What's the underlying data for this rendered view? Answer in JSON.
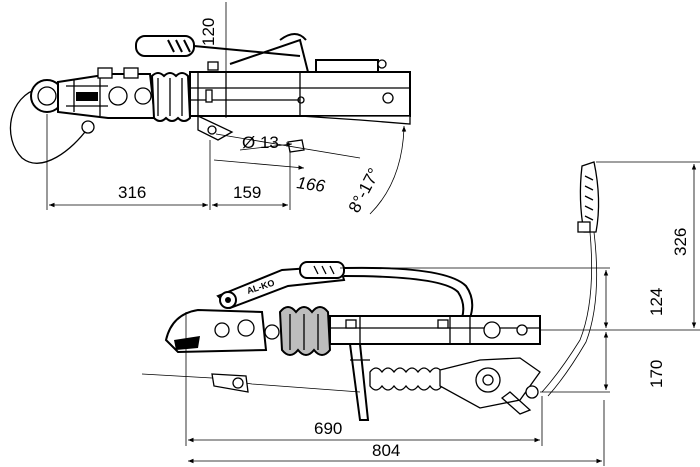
{
  "dimensions": {
    "top_view": {
      "height_120": "120",
      "hole_diameter": "Ø 13",
      "length_316": "316",
      "length_159": "159",
      "length_166": "166",
      "angle_range": "8°-17°"
    },
    "side_view": {
      "height_326": "326",
      "height_124": "124",
      "height_170": "170",
      "length_690": "690",
      "length_804": "804"
    }
  },
  "brand_mark": "AL-KO",
  "colors": {
    "line": "#000000",
    "background": "#ffffff",
    "fill_grey": "#bdbdbd"
  }
}
